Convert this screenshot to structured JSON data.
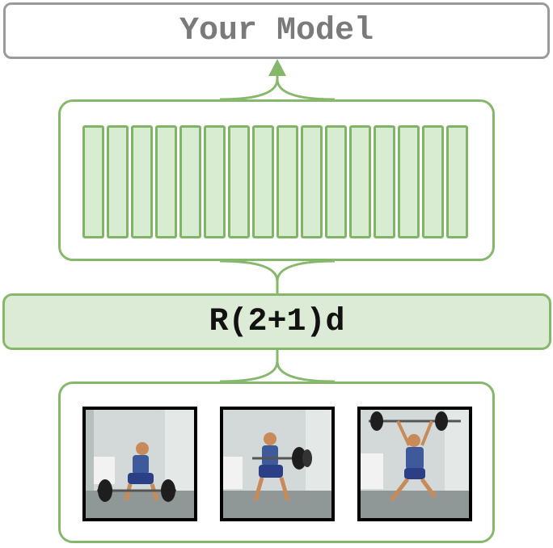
{
  "top_box": {
    "label": "Your Model"
  },
  "backbone": {
    "label": "R(2+1)d"
  },
  "feature_sequence": {
    "count": 16
  },
  "video_frames": [
    {
      "id": "frame-1",
      "phase": "setup"
    },
    {
      "id": "frame-2",
      "phase": "pull"
    },
    {
      "id": "frame-3",
      "phase": "catch"
    }
  ],
  "colors": {
    "green_border": "#86b86b",
    "green_fill": "#dcebd5",
    "gray_border": "#9a9a9a",
    "gray_text": "#7a7a7a"
  }
}
